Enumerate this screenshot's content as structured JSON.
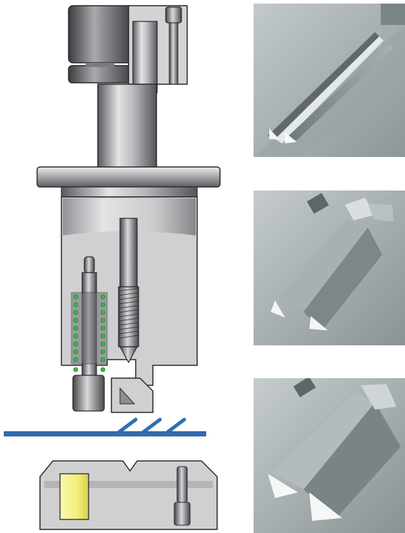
{
  "figure": {
    "colors": {
      "steel_light": "#d7d7d9",
      "steel_mid": "#a7a8ab",
      "steel_dark": "#4a4b4f",
      "outline": "#2a2a2c",
      "die_block": "#cfcfd1",
      "spring_green": "#39b54a",
      "strip_blue": "#2f6fb5",
      "strip_outline": "#1d3f73",
      "insert_yellow": "#f3ef7a",
      "photo_bg": "#9aa3a5"
    },
    "die_section": {
      "upper_tooling": "punch-holder-with-screws",
      "strip_tabs_count": 3
    },
    "photos": [
      {
        "stage": 1,
        "description_icon": "pierced-slot-with-formed-lip"
      },
      {
        "stage": 2,
        "description_icon": "partially-bent-double-tab"
      },
      {
        "stage": 3,
        "description_icon": "fully-formed-triangular-tab"
      }
    ]
  }
}
